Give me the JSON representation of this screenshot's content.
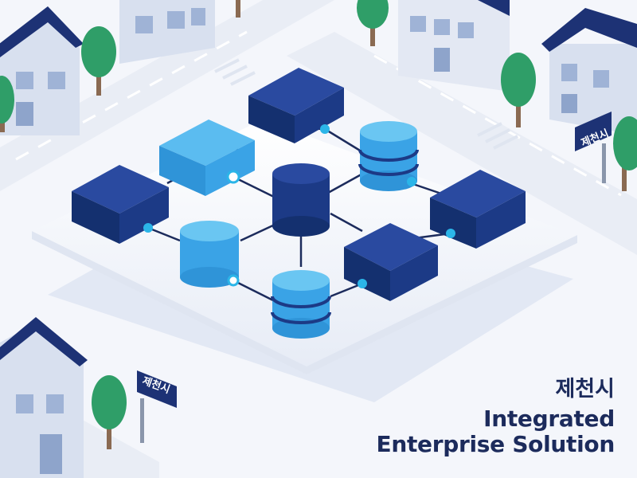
{
  "caption": {
    "city": "제천시",
    "line1": "Integrated",
    "line2": "Enterprise Solution"
  },
  "signs": {
    "right": "제천시",
    "left": "제천시"
  },
  "colors": {
    "navy": "#1c3a86",
    "navy_dark": "#13296a",
    "sky": "#3aa3e6",
    "sky_dark": "#1f7fc4",
    "tree": "#2f9e68",
    "trunk": "#8a6a52",
    "house_wall": "#d8e0ef",
    "roof": "#1d3275",
    "window": "#9fb3d6",
    "connector": "#1c2b5c",
    "node_dot": "#2bb5e8",
    "platform": "#ffffff"
  }
}
